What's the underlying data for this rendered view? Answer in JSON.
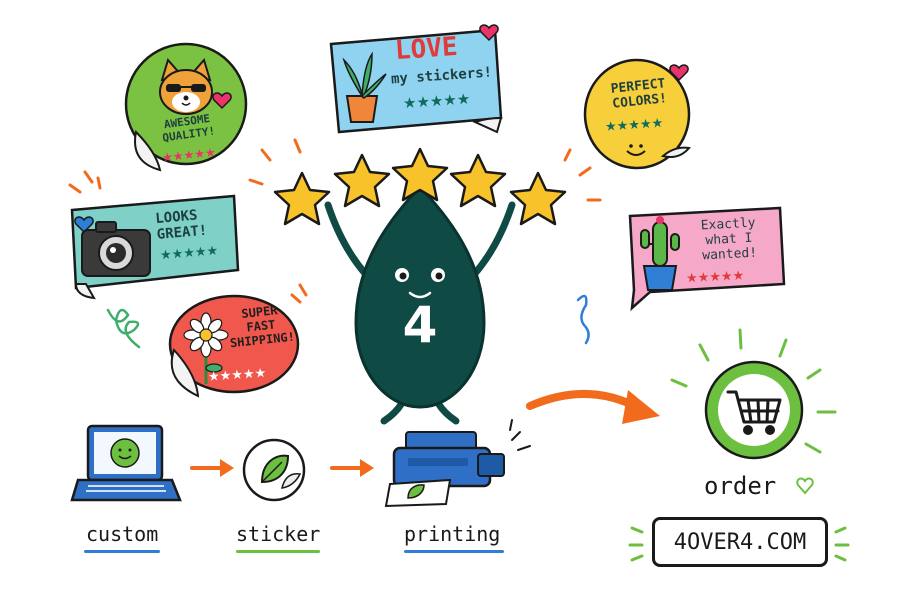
{
  "stickers": {
    "corgi": {
      "text": "AWESOME QUALITY!",
      "stars": "★★★★★",
      "color": "#7cc242"
    },
    "love": {
      "headline": "LOVE",
      "sub": "my stickers!",
      "stars": "★★★★★",
      "color": "#8fd3f0"
    },
    "perfect": {
      "text": "PERFECT COLORS!",
      "stars": "★★★★★",
      "color": "#f6cf3a"
    },
    "camera": {
      "text": "LOOKS GREAT!",
      "stars": "★★★★★",
      "color": "#7fd1c8"
    },
    "cactus": {
      "text": "Exactly what I wanted!",
      "stars": "★★★★★",
      "color": "#f6a8c8"
    },
    "flower": {
      "text": "SUPER FAST SHIPPING!",
      "stars": "★★★★★",
      "color": "#f0574d"
    }
  },
  "mascot": {
    "number": "4",
    "color": "#0f4a45"
  },
  "flow": {
    "custom_label": "custom",
    "sticker_label": "sticker",
    "printing_label": "printing",
    "order_label": "order",
    "website": "4OVER4.COM"
  },
  "colors": {
    "accent_orange": "#f26b1d",
    "star_yellow": "#f7c22a",
    "brand_green": "#6cbf3f",
    "teal_dark": "#0f4a45",
    "underline_blue": "#2f7fd6",
    "underline_green": "#6cbf3f"
  },
  "icons": {
    "heart": "heart-icon",
    "star": "star-icon",
    "cart": "shopping-cart-icon",
    "laptop": "laptop-icon",
    "leaf": "leaf-icon",
    "printer": "printer-icon"
  }
}
